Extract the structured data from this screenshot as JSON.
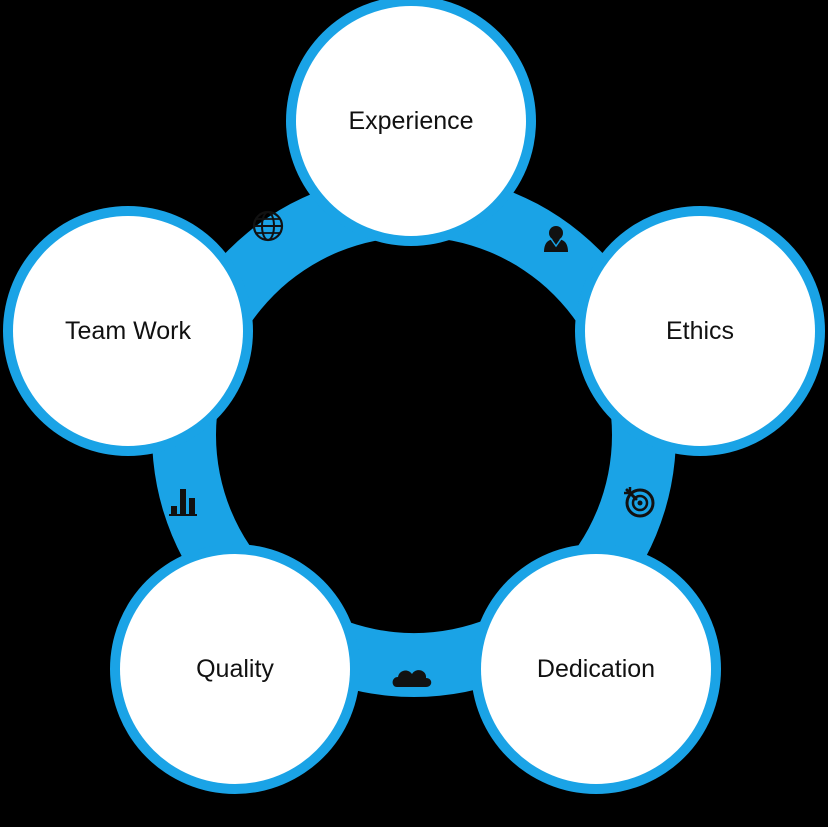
{
  "diagram": {
    "type": "cycle",
    "colors": {
      "background": "#000000",
      "ring": "#1aa3e6",
      "node_fill": "#ffffff",
      "label": "#111111",
      "icon": "#111111"
    },
    "nodes": [
      {
        "label": "Experience"
      },
      {
        "label": "Ethics"
      },
      {
        "label": "Dedication"
      },
      {
        "label": "Quality"
      },
      {
        "label": "Team Work"
      }
    ],
    "connector_icons": [
      {
        "between": [
          "Experience",
          "Ethics"
        ],
        "icon": "user-icon"
      },
      {
        "between": [
          "Ethics",
          "Dedication"
        ],
        "icon": "target-icon"
      },
      {
        "between": [
          "Dedication",
          "Quality"
        ],
        "icon": "cloud-icon"
      },
      {
        "between": [
          "Quality",
          "Team Work"
        ],
        "icon": "bar-chart-icon"
      },
      {
        "between": [
          "Team Work",
          "Experience"
        ],
        "icon": "globe-icon"
      }
    ]
  }
}
